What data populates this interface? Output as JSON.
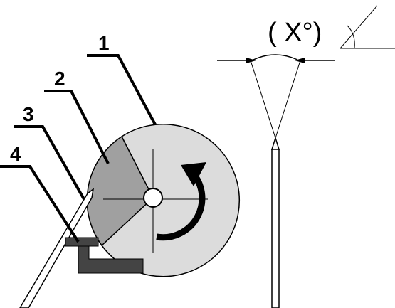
{
  "callouts": [
    {
      "id": "1",
      "label": "1"
    },
    {
      "id": "2",
      "label": "2"
    },
    {
      "id": "3",
      "label": "3"
    },
    {
      "id": "4",
      "label": "4"
    }
  ],
  "angle_label": "( X°)",
  "colors": {
    "wheel_light": "#dcdcdc",
    "wheel_dark": "#a0a0a0",
    "tool_rest": "#444444",
    "outline": "#000000"
  }
}
